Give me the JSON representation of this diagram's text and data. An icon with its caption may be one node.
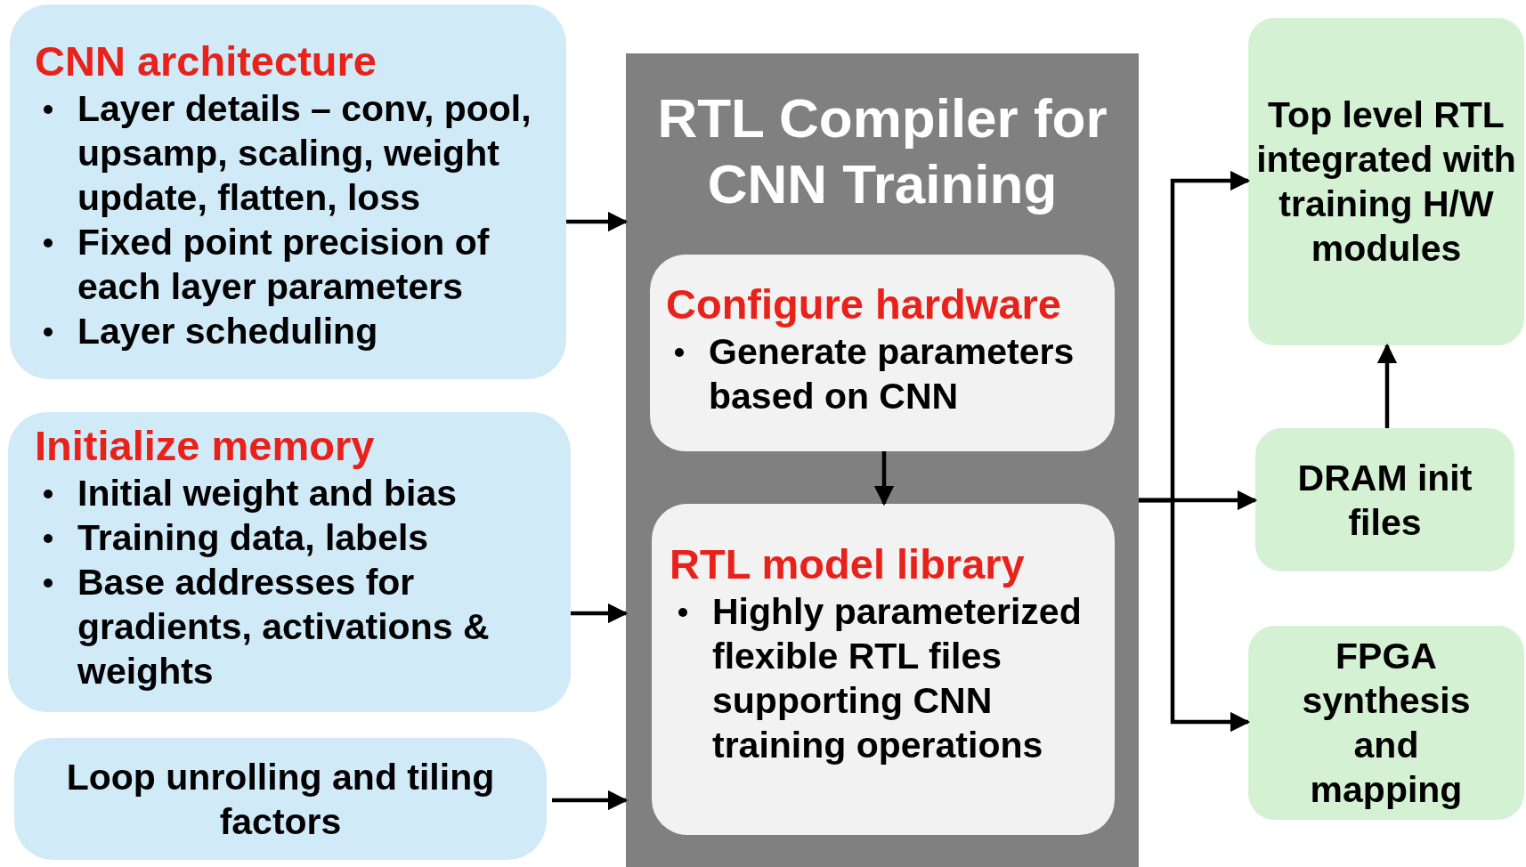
{
  "diagram": {
    "nodes": [
      {
        "text": [
          "CNN architecture",
          "Layer details – conv, pool, upsamp, scaling, weight update, flatten, loss",
          "Fixed point precision of each layer parameters",
          "Layer scheduling"
        ]
      },
      {
        "text": [
          "Initialize memory",
          "Initial weight and bias",
          "Training data, labels",
          "Base addresses for gradients, activations & weights"
        ]
      },
      {
        "text": [
          "Loop unrolling and tiling factors"
        ]
      },
      {
        "text": [
          "RTL Compiler for CNN Training"
        ]
      },
      {
        "text": [
          "Configure hardware",
          "Generate parameters based on CNN"
        ],
        "in": 3
      },
      {
        "text": [
          "RTL model library",
          "Highly parameterized flexible RTL files supporting CNN training operations"
        ],
        "in": 3
      },
      {
        "text": [
          "Top level RTL integrated with training H/W modules"
        ]
      },
      {
        "text": [
          "DRAM init files"
        ]
      },
      {
        "text": [
          "FPGA synthesis and mapping"
        ]
      }
    ],
    "edges": [
      {
        "from": 0,
        "to": 3,
        "arrow": "to"
      },
      {
        "from": 1,
        "to": 3,
        "arrow": "to"
      },
      {
        "from": 2,
        "to": 3,
        "arrow": "to"
      },
      {
        "from": 4,
        "to": 5,
        "arrow": "to"
      },
      {
        "from": 3,
        "to": 6,
        "arrow": "to"
      },
      {
        "from": 3,
        "to": 7,
        "arrow": "to"
      },
      {
        "from": 3,
        "to": 8,
        "arrow": "to"
      },
      {
        "from": 7,
        "to": 6,
        "arrow": "to"
      }
    ]
  }
}
